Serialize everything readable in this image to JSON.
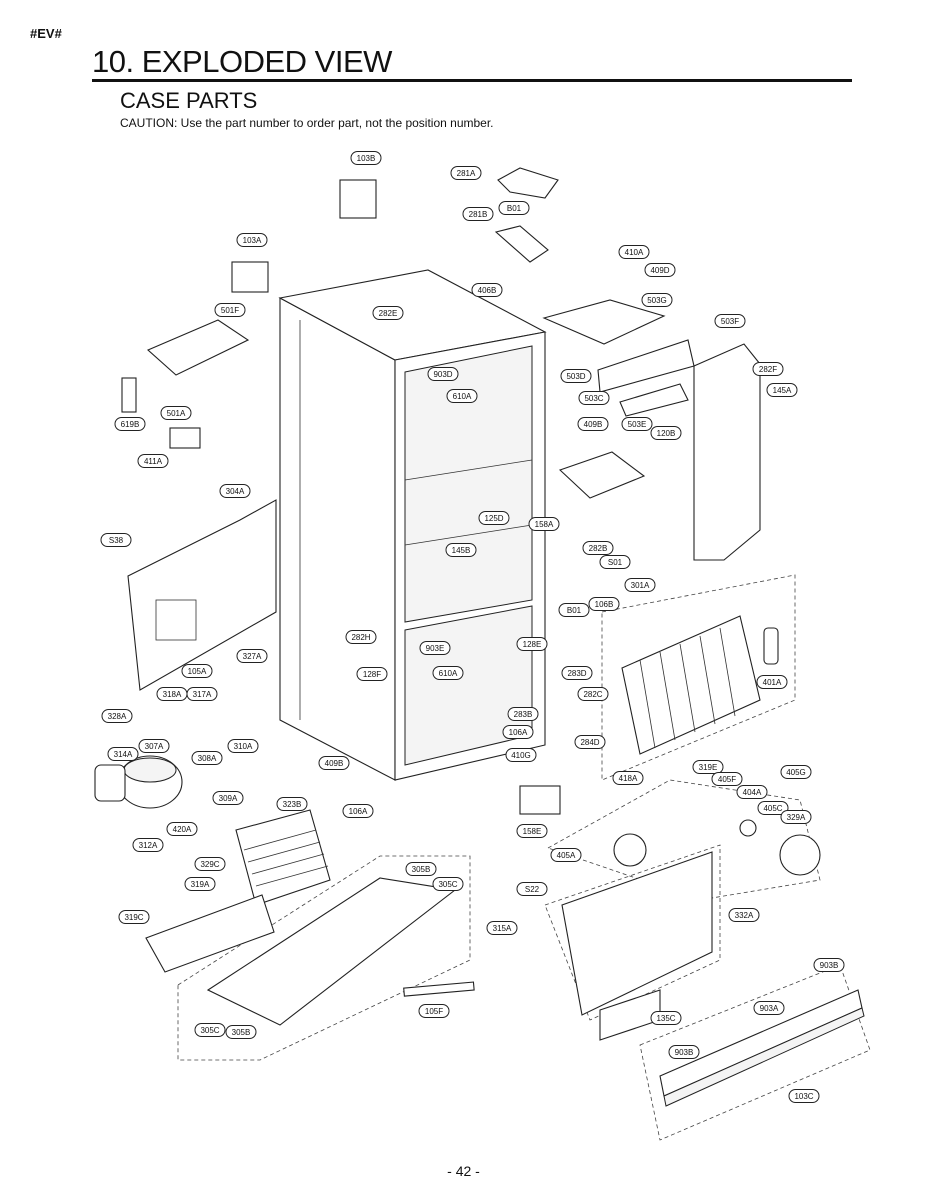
{
  "header": {
    "tag": "#EV#",
    "title": "10. EXPLODED VIEW",
    "subtitle": "CASE PARTS",
    "caution": "CAUTION: Use the part number to order part, not the position number."
  },
  "footer": {
    "page": "- 42 -"
  },
  "callouts": [
    "103B",
    "281A",
    "B01",
    "281B",
    "103A",
    "410A",
    "409D",
    "406B",
    "503G",
    "282E",
    "501F",
    "503F",
    "903D",
    "610A",
    "503D",
    "282F",
    "145A",
    "619B",
    "501A",
    "503C",
    "409B",
    "503E",
    "120B",
    "411A",
    "304A",
    "125D",
    "145B",
    "158A",
    "S38",
    "282B",
    "S01",
    "301A",
    "B01",
    "106B",
    "282H",
    "128E",
    "903E",
    "327A",
    "105A",
    "610A",
    "128F",
    "283D",
    "282C",
    "401A",
    "318A",
    "317A",
    "328A",
    "283B",
    "106A",
    "284D",
    "307A",
    "314A",
    "308A",
    "310A",
    "409B",
    "410G",
    "418A",
    "319E",
    "405F",
    "404A",
    "405G",
    "405C",
    "329A",
    "309A",
    "323B",
    "106A",
    "158E",
    "420A",
    "312A",
    "329C",
    "405A",
    "305B",
    "305C",
    "S22",
    "319A",
    "332A",
    "319C",
    "315A",
    "903B",
    "105F",
    "135C",
    "903A",
    "305C",
    "305B",
    "903B",
    "103C"
  ]
}
